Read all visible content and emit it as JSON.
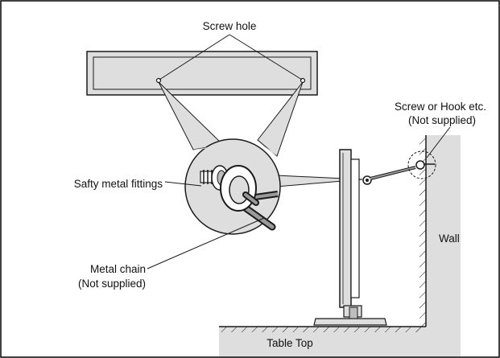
{
  "labels": {
    "screw_hole": "Screw hole",
    "screw_or_hook_line1": "Screw or Hook etc.",
    "screw_or_hook_line2": "(Not supplied)",
    "fittings": "Safty metal fittings",
    "chain_line1": "Metal chain",
    "chain_line2": "(Not supplied)",
    "wall": "Wall",
    "table_top": "Table Top"
  },
  "colors": {
    "fill_gray": "#dedede",
    "stroke": "#1a1a1a",
    "frame": "#000000",
    "background": "#ffffff"
  }
}
